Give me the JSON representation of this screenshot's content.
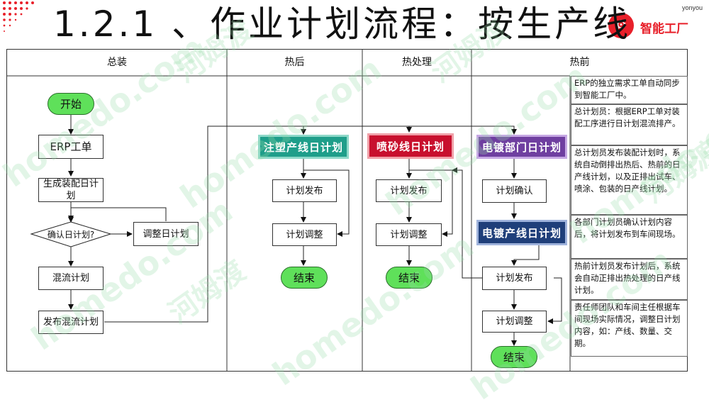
{
  "title": "1.2.1 、作业计划流程：按生产线",
  "logo": {
    "sub": "yonyou",
    "main": "智能工厂",
    "badge_icon": "factory-logo-icon"
  },
  "columns": [
    {
      "label": "总装"
    },
    {
      "label": "热后"
    },
    {
      "label": "热处理"
    },
    {
      "label": "热前"
    }
  ],
  "nodes": {
    "start": "开始",
    "erp": "ERP工单",
    "gen_assembly": "生成装配日计划",
    "confirm": "确认日计划?",
    "adjust_daily": "调整日计划",
    "mixed": "混流计划",
    "publish_mixed": "发布混流计划",
    "inject_plan": "注塑产线日计划",
    "inject_publish": "计划发布",
    "inject_adjust": "计划调整",
    "inject_end": "结束",
    "blast_plan": "喷砂线日计划",
    "blast_publish": "计划发布",
    "blast_adjust": "计划调整",
    "blast_end": "结束",
    "dept_plan": "电镀部门日计划",
    "dept_confirm": "计划确认",
    "line_plan": "电镀产线日计划",
    "line_publish": "计划发布",
    "line_adjust": "计划调整",
    "line_end": "结束"
  },
  "notes": [
    "ERP的独立需求工单自动同步到智能工厂中。",
    "总计划员：根据ERP工单对装配工序进行日计划混流排产。",
    "总计划员发布装配计划时，系统自动倒排出热后、热前的日产线计划，以及正排出试车、喷涂、包装的日产线计划。",
    "各部门计划员确认计划内容后，将计划发布到车间现场。",
    "热前计划员发布计划后，系统会自动正排出热处理的日产线计划。",
    "责任师团队和车间主任根据车间现场实际情况，调整日计划内容，如：产线、数量、交期。"
  ],
  "colors": {
    "start_fill": "#5fe05a",
    "inject_fill": "#1f9e8a",
    "blast_fill": "#c8102e",
    "dept_fill": "#6f3fa0",
    "line_fill": "#1f3f7a"
  },
  "watermark": [
    "homedo.com",
    "河姆渡"
  ]
}
